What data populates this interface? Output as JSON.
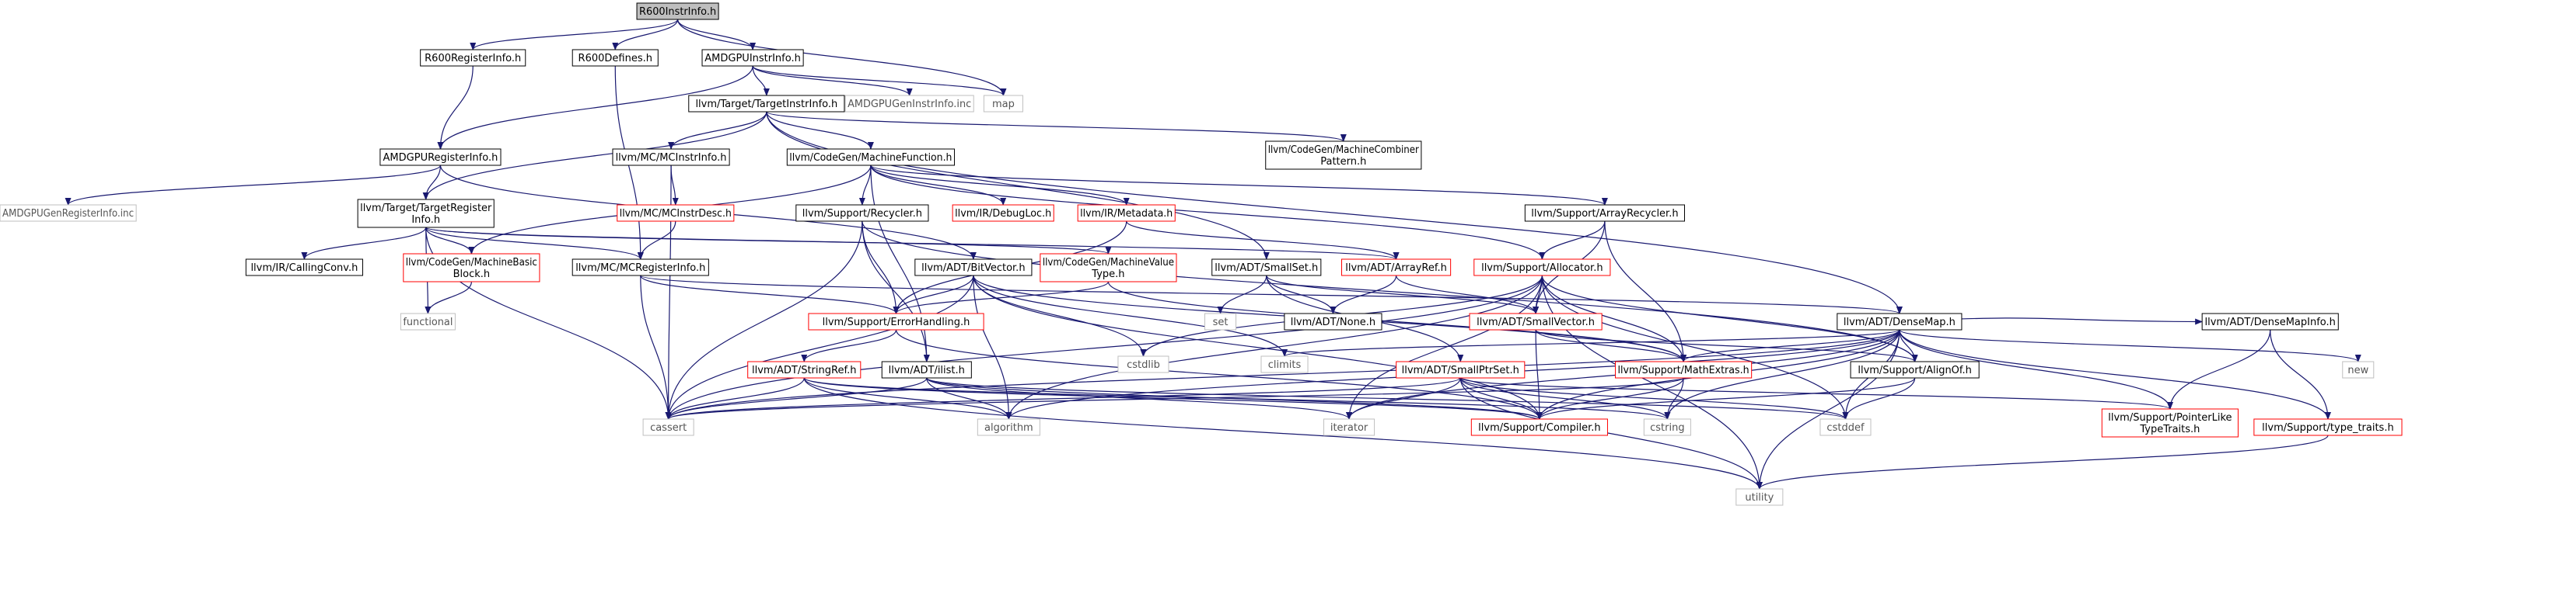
{
  "colors": {
    "edge": "#191970",
    "root_fill": "#bfbfbf",
    "node_fill": "#ffffff",
    "text": "#000000",
    "border_documented": "#000000",
    "border_missing": "#ff0000",
    "border_external": "#bfbfbf"
  },
  "nodes": [
    {
      "id": "n_root",
      "lines": [
        "R600InstrInfo.h"
      ],
      "kind": "root"
    },
    {
      "id": "n_r600reginfo",
      "lines": [
        "R600RegisterInfo.h"
      ],
      "kind": "documented"
    },
    {
      "id": "n_r600defines",
      "lines": [
        "R600Defines.h"
      ],
      "kind": "documented"
    },
    {
      "id": "n_amdgpuinstrinfo",
      "lines": [
        "AMDGPUInstrInfo.h"
      ],
      "kind": "documented"
    },
    {
      "id": "n_map",
      "lines": [
        "map"
      ],
      "kind": "external"
    },
    {
      "id": "n_amdgpugeninstr",
      "lines": [
        "AMDGPUGenInstrInfo.inc"
      ],
      "kind": "external"
    },
    {
      "id": "n_targetinstrinfo",
      "lines": [
        "llvm/Target/TargetInstrInfo.h"
      ],
      "kind": "documented"
    },
    {
      "id": "n_amdgpureginfo",
      "lines": [
        "AMDGPURegisterInfo.h"
      ],
      "kind": "documented"
    },
    {
      "id": "n_mcinstrinfo",
      "lines": [
        "llvm/MC/MCInstrInfo.h"
      ],
      "kind": "documented"
    },
    {
      "id": "n_machinefunction",
      "lines": [
        "llvm/CodeGen/MachineFunction.h"
      ],
      "kind": "documented"
    },
    {
      "id": "n_machinecombiner",
      "lines": [
        "llvm/CodeGen/MachineCombiner",
        "Pattern.h"
      ],
      "kind": "documented"
    },
    {
      "id": "n_amdgpugenreg",
      "lines": [
        "AMDGPUGenRegisterInfo.inc"
      ],
      "kind": "external"
    },
    {
      "id": "n_targetreginfo",
      "lines": [
        "llvm/Target/TargetRegister",
        "Info.h"
      ],
      "kind": "documented"
    },
    {
      "id": "n_mcinstrdesc",
      "lines": [
        "llvm/MC/MCInstrDesc.h"
      ],
      "kind": "missing"
    },
    {
      "id": "n_recycler",
      "lines": [
        "llvm/Support/Recycler.h"
      ],
      "kind": "documented"
    },
    {
      "id": "n_debugloc",
      "lines": [
        "llvm/IR/DebugLoc.h"
      ],
      "kind": "missing"
    },
    {
      "id": "n_metadata",
      "lines": [
        "llvm/IR/Metadata.h"
      ],
      "kind": "missing"
    },
    {
      "id": "n_arrayrecycler",
      "lines": [
        "llvm/Support/ArrayRecycler.h"
      ],
      "kind": "documented"
    },
    {
      "id": "n_callingconv",
      "lines": [
        "llvm/IR/CallingConv.h"
      ],
      "kind": "documented"
    },
    {
      "id": "n_machinebasicblock",
      "lines": [
        "llvm/CodeGen/MachineBasic",
        "Block.h"
      ],
      "kind": "missing"
    },
    {
      "id": "n_mcreginfo",
      "lines": [
        "llvm/MC/MCRegisterInfo.h"
      ],
      "kind": "documented"
    },
    {
      "id": "n_bitvector",
      "lines": [
        "llvm/ADT/BitVector.h"
      ],
      "kind": "documented"
    },
    {
      "id": "n_machinevaluetype",
      "lines": [
        "llvm/CodeGen/MachineValue",
        "Type.h"
      ],
      "kind": "missing"
    },
    {
      "id": "n_smallset",
      "lines": [
        "llvm/ADT/SmallSet.h"
      ],
      "kind": "documented"
    },
    {
      "id": "n_arrayref",
      "lines": [
        "llvm/ADT/ArrayRef.h"
      ],
      "kind": "missing"
    },
    {
      "id": "n_allocator",
      "lines": [
        "llvm/Support/Allocator.h"
      ],
      "kind": "missing"
    },
    {
      "id": "n_functional",
      "lines": [
        "functional"
      ],
      "kind": "external"
    },
    {
      "id": "n_set",
      "lines": [
        "set"
      ],
      "kind": "external"
    },
    {
      "id": "n_none",
      "lines": [
        "llvm/ADT/None.h"
      ],
      "kind": "documented"
    },
    {
      "id": "n_errorhandling",
      "lines": [
        "llvm/Support/ErrorHandling.h"
      ],
      "kind": "missing"
    },
    {
      "id": "n_smallvector",
      "lines": [
        "llvm/ADT/SmallVector.h"
      ],
      "kind": "missing"
    },
    {
      "id": "n_densemap",
      "lines": [
        "llvm/ADT/DenseMap.h"
      ],
      "kind": "documented"
    },
    {
      "id": "n_cstdlib",
      "lines": [
        "cstdlib"
      ],
      "kind": "external"
    },
    {
      "id": "n_climits",
      "lines": [
        "climits"
      ],
      "kind": "external"
    },
    {
      "id": "n_stringref",
      "lines": [
        "llvm/ADT/StringRef.h"
      ],
      "kind": "missing"
    },
    {
      "id": "n_ilist",
      "lines": [
        "llvm/ADT/ilist.h"
      ],
      "kind": "documented"
    },
    {
      "id": "n_smallptrset",
      "lines": [
        "llvm/ADT/SmallPtrSet.h"
      ],
      "kind": "missing"
    },
    {
      "id": "n_mathextras",
      "lines": [
        "llvm/Support/MathExtras.h"
      ],
      "kind": "missing"
    },
    {
      "id": "n_alignof",
      "lines": [
        "llvm/Support/AlignOf.h"
      ],
      "kind": "documented"
    },
    {
      "id": "n_densemapinfo",
      "lines": [
        "llvm/ADT/DenseMapInfo.h"
      ],
      "kind": "documented"
    },
    {
      "id": "n_new",
      "lines": [
        "new"
      ],
      "kind": "external"
    },
    {
      "id": "n_cassert",
      "lines": [
        "cassert"
      ],
      "kind": "external"
    },
    {
      "id": "n_algorithm",
      "lines": [
        "algorithm"
      ],
      "kind": "external"
    },
    {
      "id": "n_iterator",
      "lines": [
        "iterator"
      ],
      "kind": "external"
    },
    {
      "id": "n_compiler",
      "lines": [
        "llvm/Support/Compiler.h"
      ],
      "kind": "missing"
    },
    {
      "id": "n_cstring",
      "lines": [
        "cstring"
      ],
      "kind": "external"
    },
    {
      "id": "n_cstddef",
      "lines": [
        "cstddef"
      ],
      "kind": "external"
    },
    {
      "id": "n_pointerlike",
      "lines": [
        "llvm/Support/PointerLike",
        "TypeTraits.h"
      ],
      "kind": "missing"
    },
    {
      "id": "n_typetraits",
      "lines": [
        "llvm/Support/type_traits.h"
      ],
      "kind": "missing"
    },
    {
      "id": "n_utility",
      "lines": [
        "utility"
      ],
      "kind": "external"
    }
  ],
  "edges": [
    [
      "n_root",
      "n_r600reginfo"
    ],
    [
      "n_root",
      "n_r600defines"
    ],
    [
      "n_root",
      "n_amdgpuinstrinfo"
    ],
    [
      "n_root",
      "n_map"
    ],
    [
      "n_r600reginfo",
      "n_amdgpureginfo"
    ],
    [
      "n_r600defines",
      "n_mcreginfo"
    ],
    [
      "n_amdgpuinstrinfo",
      "n_targetinstrinfo"
    ],
    [
      "n_amdgpuinstrinfo",
      "n_amdgpugeninstr"
    ],
    [
      "n_amdgpuinstrinfo",
      "n_map"
    ],
    [
      "n_amdgpuinstrinfo",
      "n_amdgpureginfo"
    ],
    [
      "n_targetinstrinfo",
      "n_mcinstrinfo"
    ],
    [
      "n_targetinstrinfo",
      "n_machinefunction"
    ],
    [
      "n_targetinstrinfo",
      "n_machinecombiner"
    ],
    [
      "n_targetinstrinfo",
      "n_smallset"
    ],
    [
      "n_targetinstrinfo",
      "n_densemap"
    ],
    [
      "n_targetinstrinfo",
      "n_targetreginfo"
    ],
    [
      "n_amdgpureginfo",
      "n_amdgpugenreg"
    ],
    [
      "n_amdgpureginfo",
      "n_targetreginfo"
    ],
    [
      "n_amdgpureginfo",
      "n_bitvector"
    ],
    [
      "n_mcinstrinfo",
      "n_mcinstrdesc"
    ],
    [
      "n_mcinstrinfo",
      "n_cassert"
    ],
    [
      "n_machinefunction",
      "n_recycler"
    ],
    [
      "n_machinefunction",
      "n_debugloc"
    ],
    [
      "n_machinefunction",
      "n_metadata"
    ],
    [
      "n_machinefunction",
      "n_arrayrecycler"
    ],
    [
      "n_machinefunction",
      "n_allocator"
    ],
    [
      "n_machinefunction",
      "n_machinebasicblock"
    ],
    [
      "n_machinefunction",
      "n_ilist"
    ],
    [
      "n_targetreginfo",
      "n_callingconv"
    ],
    [
      "n_targetreginfo",
      "n_machinebasicblock"
    ],
    [
      "n_targetreginfo",
      "n_mcreginfo"
    ],
    [
      "n_targetreginfo",
      "n_machinevaluetype"
    ],
    [
      "n_targetreginfo",
      "n_arrayref"
    ],
    [
      "n_targetreginfo",
      "n_functional"
    ],
    [
      "n_targetreginfo",
      "n_cassert"
    ],
    [
      "n_mcinstrdesc",
      "n_mcreginfo"
    ],
    [
      "n_recycler",
      "n_errorhandling"
    ],
    [
      "n_recycler",
      "n_alignof"
    ],
    [
      "n_recycler",
      "n_cassert"
    ],
    [
      "n_recycler",
      "n_ilist"
    ],
    [
      "n_metadata",
      "n_arrayref"
    ],
    [
      "n_metadata",
      "n_errorhandling"
    ],
    [
      "n_arrayrecycler",
      "n_allocator"
    ],
    [
      "n_arrayrecycler",
      "n_mathextras"
    ],
    [
      "n_arrayrecycler",
      "n_smallvector"
    ],
    [
      "n_machinebasicblock",
      "n_functional"
    ],
    [
      "n_mcreginfo",
      "n_errorhandling"
    ],
    [
      "n_mcreginfo",
      "n_densemap"
    ],
    [
      "n_mcreginfo",
      "n_cassert"
    ],
    [
      "n_bitvector",
      "n_errorhandling"
    ],
    [
      "n_bitvector",
      "n_mathextras"
    ],
    [
      "n_bitvector",
      "n_algorithm"
    ],
    [
      "n_bitvector",
      "n_cassert"
    ],
    [
      "n_bitvector",
      "n_climits"
    ],
    [
      "n_bitvector",
      "n_cstdlib"
    ],
    [
      "n_bitvector",
      "n_compiler"
    ],
    [
      "n_machinevaluetype",
      "n_errorhandling"
    ],
    [
      "n_machinevaluetype",
      "n_mathextras"
    ],
    [
      "n_smallset",
      "n_none"
    ],
    [
      "n_smallset",
      "n_smallptrset"
    ],
    [
      "n_smallset",
      "n_smallvector"
    ],
    [
      "n_smallset",
      "n_set"
    ],
    [
      "n_arrayref",
      "n_none"
    ],
    [
      "n_arrayref",
      "n_smallvector"
    ],
    [
      "n_allocator",
      "n_smallvector"
    ],
    [
      "n_allocator",
      "n_alignof"
    ],
    [
      "n_allocator",
      "n_mathextras"
    ],
    [
      "n_allocator",
      "n_cstddef"
    ],
    [
      "n_allocator",
      "n_cstdlib"
    ],
    [
      "n_allocator",
      "n_algorithm"
    ],
    [
      "n_allocator",
      "n_iterator"
    ],
    [
      "n_allocator",
      "n_cassert"
    ],
    [
      "n_allocator",
      "n_utility"
    ],
    [
      "n_errorhandling",
      "n_stringref"
    ],
    [
      "n_errorhandling",
      "n_compiler"
    ],
    [
      "n_smallvector",
      "n_alignof"
    ],
    [
      "n_smallvector",
      "n_compiler"
    ],
    [
      "n_smallvector",
      "n_mathextras"
    ],
    [
      "n_smallvector",
      "n_type_traits_placeholder"
    ],
    [
      "n_densemap",
      "n_densemapinfo"
    ],
    [
      "n_densemap",
      "n_alignof"
    ],
    [
      "n_densemap",
      "n_compiler"
    ],
    [
      "n_densemap",
      "n_mathextras"
    ],
    [
      "n_densemap",
      "n_pointerlike"
    ],
    [
      "n_densemap",
      "n_typetraits"
    ],
    [
      "n_densemap",
      "n_new"
    ],
    [
      "n_densemap",
      "n_cstring"
    ],
    [
      "n_densemap",
      "n_cstddef"
    ],
    [
      "n_densemap",
      "n_climits"
    ],
    [
      "n_densemap",
      "n_iterator"
    ],
    [
      "n_densemap",
      "n_algorithm"
    ],
    [
      "n_densemap",
      "n_cassert"
    ],
    [
      "n_densemap",
      "n_utility"
    ],
    [
      "n_stringref",
      "n_compiler"
    ],
    [
      "n_stringref",
      "n_algorithm"
    ],
    [
      "n_stringref",
      "n_cassert"
    ],
    [
      "n_stringref",
      "n_cstring"
    ],
    [
      "n_stringref",
      "n_utility"
    ],
    [
      "n_ilist",
      "n_compiler"
    ],
    [
      "n_ilist",
      "n_algorithm"
    ],
    [
      "n_ilist",
      "n_cassert"
    ],
    [
      "n_ilist",
      "n_cstddef"
    ],
    [
      "n_ilist",
      "n_iterator"
    ],
    [
      "n_smallptrset",
      "n_compiler"
    ],
    [
      "n_smallptrset",
      "n_pointerlike"
    ],
    [
      "n_smallptrset",
      "n_cassert"
    ],
    [
      "n_smallptrset",
      "n_cstddef"
    ],
    [
      "n_smallptrset",
      "n_cstring"
    ],
    [
      "n_smallptrset",
      "n_iterator"
    ],
    [
      "n_smallptrset",
      "n_utility"
    ],
    [
      "n_mathextras",
      "n_compiler"
    ],
    [
      "n_mathextras",
      "n_cassert"
    ],
    [
      "n_mathextras",
      "n_cstring"
    ],
    [
      "n_mathextras",
      "n_type_traits_placeholder"
    ],
    [
      "n_alignof",
      "n_compiler"
    ],
    [
      "n_alignof",
      "n_cstddef"
    ],
    [
      "n_densemapinfo",
      "n_pointerlike"
    ],
    [
      "n_densemapinfo",
      "n_typetraits"
    ],
    [
      "n_typetraits",
      "n_utility"
    ]
  ]
}
